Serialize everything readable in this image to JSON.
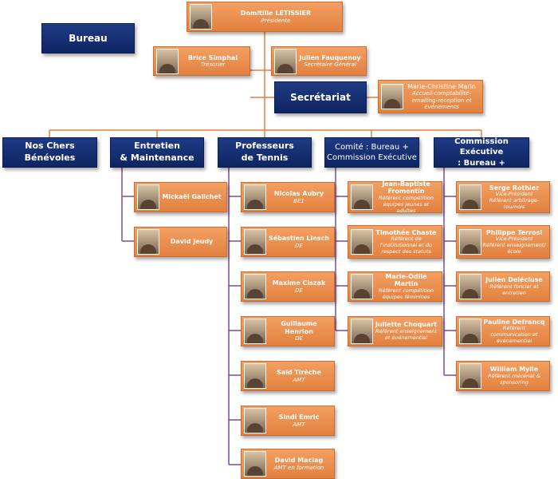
{
  "president": {
    "name": "Domitille LETISSIER",
    "role": "Présidente"
  },
  "bureau_label": "Bureau",
  "bureau_members": [
    {
      "name": "Brice Simphal",
      "role": "Trésorier"
    },
    {
      "name": "Julien Fauquenoy",
      "role": "Secrétaire Général"
    }
  ],
  "secretariat": {
    "label": "Secrétariat",
    "member": {
      "name": "Marie-Christine Marin",
      "role": "Accueil-comptabilité-emailing-réception et événements"
    }
  },
  "departments": {
    "benevoles": "Nos Chers Bénévoles",
    "entretien": "Entretien\n& Maintenance",
    "professeurs": "Professeurs\nde Tennis",
    "comite": "Comité : Bureau +\nCommission Exécutive",
    "commission": "Commission Exécutive\n: Bureau +"
  },
  "entretien_members": [
    {
      "name": "Mickaël Galichet",
      "role": ""
    },
    {
      "name": "David Jeudy",
      "role": ""
    }
  ],
  "professeurs_members": [
    {
      "name": "Nicolas Aubry",
      "role": "BE1"
    },
    {
      "name": "Sébastien Liesch",
      "role": "DE"
    },
    {
      "name": "Maxime Ciszak",
      "role": "DE"
    },
    {
      "name": "Guillaume Henrion",
      "role": "DE"
    },
    {
      "name": "Saïd Tirèche",
      "role": "AMT"
    },
    {
      "name": "Sindi Emric",
      "role": "AMT"
    },
    {
      "name": "David Maciag",
      "role": "AMT en formation"
    }
  ],
  "comite_members": [
    {
      "name": "Jean-Baptiste Fromentin",
      "role": "Référent compétition équipes jeunes et adultes"
    },
    {
      "name": "Timothée Chaste",
      "role": "Référent de l'institutionnel et du respect des statuts"
    },
    {
      "name": "Marie-Odile Martin",
      "role": "Référent compétition équipes féminines"
    },
    {
      "name": "Juliette Choquart",
      "role": "Référent enseignement et événementiel"
    }
  ],
  "commission_members": [
    {
      "name": "Serge Rothier",
      "role": "Vice-Président\nRéférent arbitrage-tournois"
    },
    {
      "name": "Philippe Terrosi",
      "role": "Vice-Président\nRéférent enseignement/école"
    },
    {
      "name": "Julien Delécluse",
      "role": "Référent foncier et entretien"
    },
    {
      "name": "Pauline Defrancq",
      "role": "Référent communication et événementiel"
    },
    {
      "name": "William Mylle",
      "role": "Référent mécénat & sponsoring"
    }
  ],
  "colors": {
    "blue": "#13296b",
    "orange": "#e8874a",
    "line_orange": "#e2803f",
    "line_purple": "#7b4f8e"
  }
}
